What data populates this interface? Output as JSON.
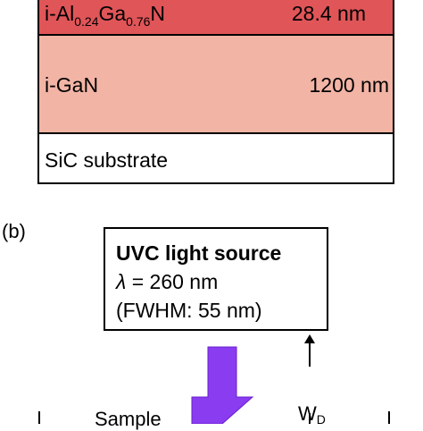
{
  "panel_a": {
    "layers": [
      {
        "material_prefix": "i-Al",
        "x_sub": "0.24",
        "mid": "Ga",
        "y_sub": "0.76",
        "suffix": "N",
        "thickness": "28.4 nm"
      },
      {
        "name": "i-GaN",
        "thickness": "1200 nm"
      },
      {
        "name": "SiC substrate"
      }
    ]
  },
  "panel_b": {
    "label": "(b)",
    "source": {
      "title": "UVC light source",
      "lambda_symbol": "λ",
      "wavelength": " = 260 nm",
      "fwhm": "(FWHM: 55 nm)"
    },
    "distance": {
      "main": "W",
      "sub": "D"
    },
    "sample_label": "Sample"
  },
  "colors": {
    "algan_layer": "#e05558",
    "gan_layer": "#f2b4a5",
    "substrate": "#ffffff",
    "uv_arrow": "#8a3cf0"
  }
}
